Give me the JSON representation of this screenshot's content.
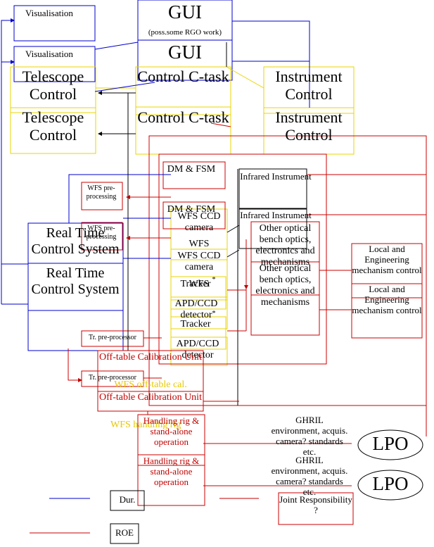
{
  "labels": {
    "visualisation_top": "Visualisation",
    "visualisation_bottom": "Visualisation",
    "gui_top": "GUI",
    "gui_top_note": "(poss.some   RGO work)",
    "gui_bottom": "GUI",
    "telescope_control_top": "Telescope Control",
    "telescope_control_bottom": "Telescope Control",
    "control_ctask_top": "Control C-task",
    "control_ctask_bottom": "Control C-task",
    "instrument_control_top": "Instrument Control",
    "instrument_control_bottom": "Instrument Control",
    "dm_fsm_top": "DM & FSM",
    "dm_fsm_bottom": "DM & FSM",
    "infrared_instrument_top": "Infrared Instrument",
    "infrared_instrument_bottom": "Infrared Instrument",
    "wfs_preprocessing_top": "WFS pre-processing",
    "wfs_preprocessing_bottom": "WFS pre-processing",
    "wfs_ccd_camera_top": "WFS CCD camera",
    "wfs_label_1": "WFS",
    "wfs_ccd_camera_bottom": "WFS CCD camera",
    "wfs_label_2": "WFS",
    "tracker_top": "Tracker",
    "tracker_top_star": "*",
    "tracker_bottom": "Tracker",
    "tracker_bottom_star": "*",
    "apd_ccd_top": "APD/CCD detector",
    "apd_ccd_bottom": "APD/CCD detector",
    "other_optical_top": "Other optical bench optics, electronics and mechanisms",
    "other_optical_bottom": "Other optical bench optics, electronics and mechanisms",
    "local_eng_top": "Local and Engineering mechanism control",
    "local_eng_bottom": "Local and Engineering mechanism control",
    "rtcs_top": "Real Time Control System",
    "rtcs_bottom": "Real Time Control System",
    "tr_preprocessor_top": "Tr. pre-processor",
    "tr_preprocessor_bottom": "Tr. pre-processor",
    "off_table_cal_top": "Off-table Calibration Unit",
    "off_table_cal_bottom": "Off-table Calibration Unit",
    "wfs_offtable_cal": "WFS off-table cal.",
    "wfs_handling": "WFS handling rig",
    "handling_rig_top": "Handling rig & stand-alone operation",
    "handling_rig_bottom": "Handling rig & stand-alone operation",
    "ghril_top": "GHRIL environment, acquis. camera? standards etc.",
    "ghril_bottom": "GHRIL environment, acquis. camera? standards etc.",
    "lpo_top": "LPO",
    "lpo_bottom": "LPO",
    "legend_dur": "Dur.",
    "legend_roe": "ROE",
    "legend_joint": "Joint Responsibility ?"
  },
  "colors": {
    "durham": "#0000cc",
    "roe": "#cc0000",
    "joint": "#e8d400",
    "black": "#000000"
  }
}
